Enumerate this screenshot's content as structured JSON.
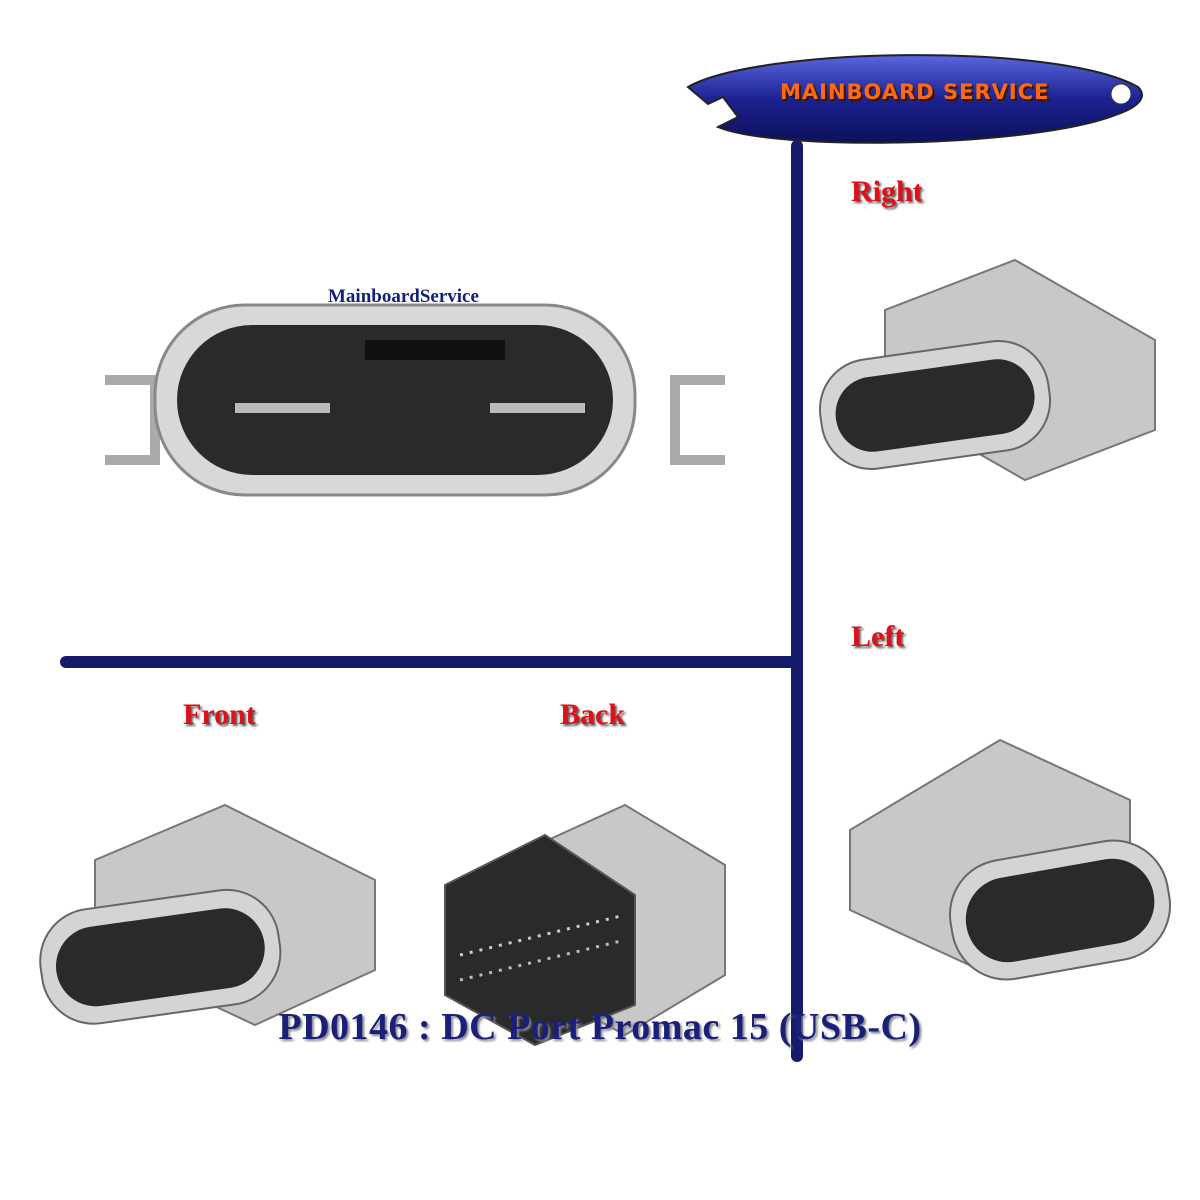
{
  "logo": {
    "text": "MAINBOARD SERVICE",
    "color": "#1c2290",
    "text_color": "#ff6a10"
  },
  "watermark": "MainboardService",
  "labels": {
    "right": "Right",
    "left": "Left",
    "front": "Front",
    "back": "Back"
  },
  "title": "PD0146 : DC Port Promac 15 (USB-C)",
  "colors": {
    "line": "#161a6b",
    "label": "#e01018",
    "title": "#1a1f7a"
  }
}
